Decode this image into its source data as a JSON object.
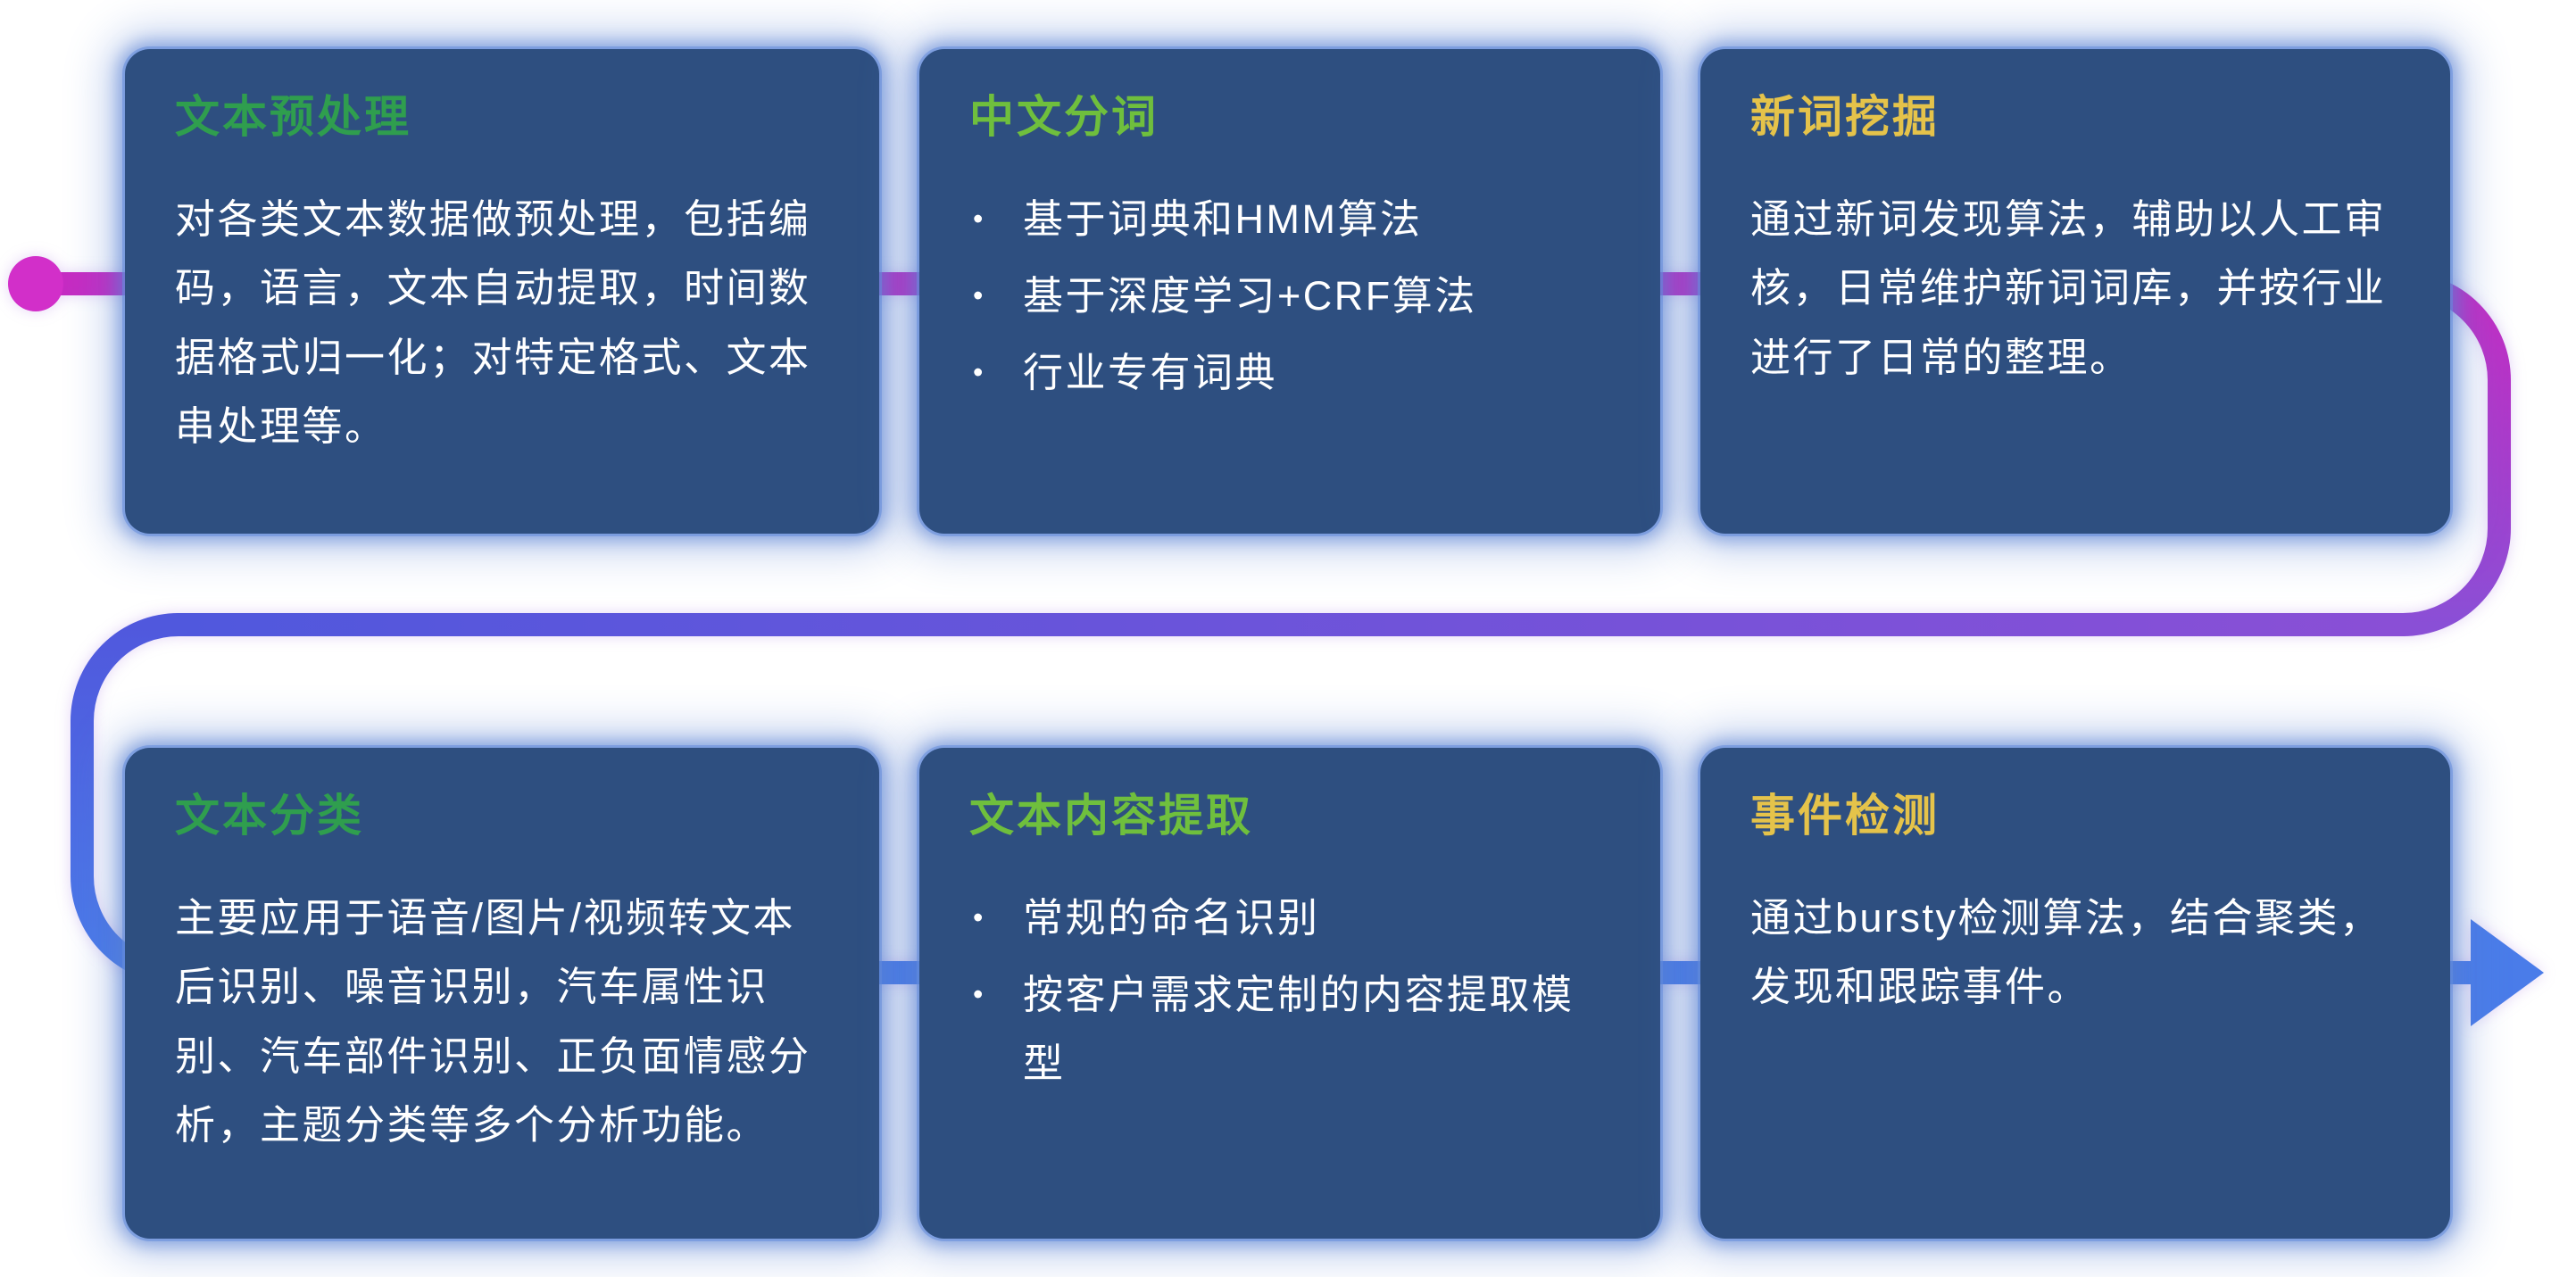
{
  "ui": {
    "bullet_icon": "•",
    "background_color": "#ffffff",
    "card_bg_color": "#2e4f80",
    "card_glow_color": "#5b82cf",
    "body_text_color": "#ffffff"
  },
  "flow": {
    "start_dot_color": "#d22fc9",
    "top_color": "#c62bc2",
    "mid_right_color": "#8a4fd6",
    "mid_left_color": "#5058dd",
    "bottom_color": "#4a7ce9",
    "arrow_color": "#4a7ce9"
  },
  "cards": [
    {
      "title": "文本预处理",
      "title_color": "#2f9e4e",
      "body": "对各类文本数据做预处理，包括编码，语言，文本自动提取，时间数据格式归一化；对特定格式、文本串处理等。"
    },
    {
      "title": "中文分词",
      "title_color": "#6fbf3d",
      "bullets": [
        "基于词典和HMM算法",
        "基于深度学习+CRF算法",
        "行业专有词典"
      ]
    },
    {
      "title": "新词挖掘",
      "title_color": "#e5c34a",
      "body": "通过新词发现算法，辅助以人工审核，日常维护新词词库，并按行业进行了日常的整理。"
    },
    {
      "title": "文本分类",
      "title_color": "#2f9e4e",
      "body": "主要应用于语音/图片/视频转文本后识别、噪音识别，汽车属性识别、汽车部件识别、正负面情感分析，主题分类等多个分析功能。"
    },
    {
      "title": "文本内容提取",
      "title_color": "#6fbf3d",
      "bullets": [
        "常规的命名识别",
        "按客户需求定制的内容提取模型"
      ]
    },
    {
      "title": "事件检测",
      "title_color": "#e5c34a",
      "body": "通过bursty检测算法，结合聚类，发现和跟踪事件。"
    }
  ]
}
